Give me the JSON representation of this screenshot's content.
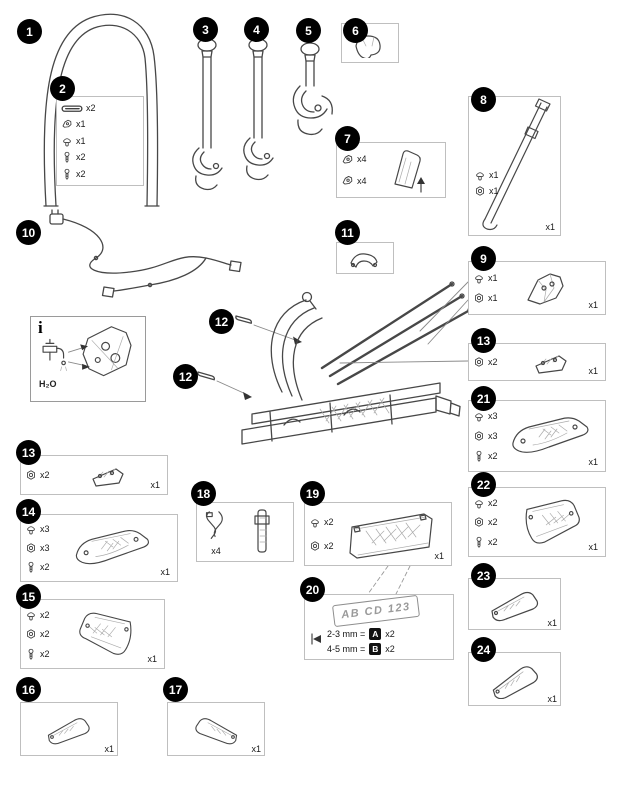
{
  "page": {
    "background": "#ffffff"
  },
  "colors": {
    "callout_bg": "#000000",
    "callout_fg": "#ffffff",
    "box_border": "#bfbfbf",
    "line": "#474747"
  },
  "callouts": {
    "c1": "1",
    "c2": "2",
    "c3": "3",
    "c4": "4",
    "c5": "5",
    "c6": "6",
    "c7": "7",
    "c8": "8",
    "c9": "9",
    "c10": "10",
    "c11": "11",
    "c12a": "12",
    "c12b": "12",
    "c13a": "13",
    "c13b": "13",
    "c14": "14",
    "c15": "15",
    "c16": "16",
    "c17": "17",
    "c18": "18",
    "c19": "19",
    "c20": "20",
    "c21": "21",
    "c22": "22",
    "c23": "23",
    "c24": "24"
  },
  "boxes": {
    "b2": {
      "items": [
        "x2",
        "x1",
        "x1",
        "x2",
        "x2"
      ]
    },
    "b7": {
      "items": [
        "x4",
        "x4"
      ]
    },
    "b8": {
      "items": [
        "x1",
        "x1"
      ],
      "part_qty": "x1"
    },
    "b9": {
      "items": [
        "x1",
        "x1"
      ],
      "part_qty": "x1"
    },
    "b13a": {
      "items": [
        "x2"
      ],
      "part_qty": "x1"
    },
    "b13b": {
      "items": [
        "x2"
      ],
      "part_qty": "x1"
    },
    "b14": {
      "items": [
        "x3",
        "x3",
        "x2"
      ],
      "part_qty": "x1"
    },
    "b15": {
      "items": [
        "x2",
        "x2",
        "x2"
      ],
      "part_qty": "x1"
    },
    "b16": {
      "part_qty": "x1"
    },
    "b17": {
      "part_qty": "x1"
    },
    "b18": {
      "items": [
        "x4"
      ]
    },
    "b19": {
      "items": [
        "x2",
        "x2"
      ],
      "part_qty": "x1"
    },
    "b21": {
      "items": [
        "x3",
        "x3",
        "x2"
      ],
      "part_qty": "x1"
    },
    "b22": {
      "items": [
        "x2",
        "x2",
        "x2"
      ],
      "part_qty": "x1"
    },
    "b23": {
      "part_qty": "x1"
    },
    "b24": {
      "part_qty": "x1"
    }
  },
  "info_box": {
    "symbol": "i",
    "water_label": "H₂O"
  },
  "plate_box": {
    "plate_text": "AB CD 123",
    "rows": [
      {
        "label": "2-3 mm =",
        "tag": "A",
        "qty": "x2"
      },
      {
        "label": "4-5 mm =",
        "tag": "B",
        "qty": "x2"
      }
    ]
  }
}
